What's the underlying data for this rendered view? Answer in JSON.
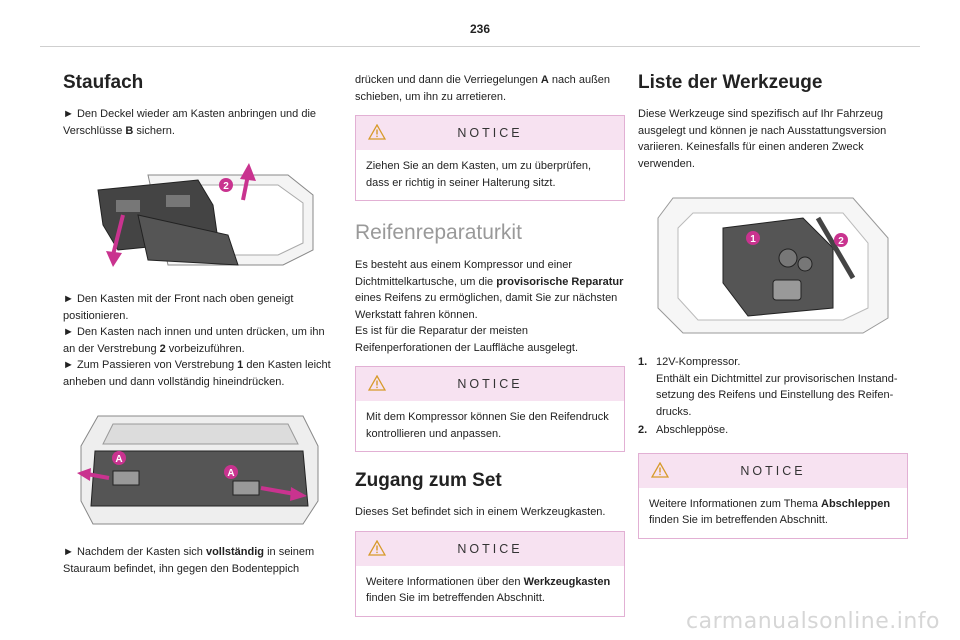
{
  "page": {
    "number": "236"
  },
  "col1": {
    "title": "Staufach",
    "step1": [
      "► Den Deckel wieder am Kasten anbringen und die Verschlüsse ",
      "B",
      " sichern."
    ],
    "step2": "► Den Kasten mit der Front nach oben geneigt positionieren.",
    "step3": [
      "► Den Kasten nach innen und unten drücken, um ihn an der Verstrebung ",
      "2",
      " vorbeizuführen."
    ],
    "step4": [
      "► Zum Passieren von Verstrebung ",
      "1",
      " den Kasten leicht anheben und dann vollständig hineindrücken."
    ],
    "step5": [
      "► Nachdem der Kasten sich ",
      "vollständig",
      " in seinem Stauraum befindet, ihn gegen den Bodenteppich"
    ],
    "fig1_label": "2",
    "fig2_label": "A"
  },
  "col2": {
    "cont": [
      "drücken und dann die Verriegelungen ",
      "A",
      " nach außen schieben, um ihn zu arretieren."
    ],
    "notice1_title": "NOTICE",
    "notice1_text": "Ziehen Sie an dem Kasten, um zu überprüfen, dass er richtig in seiner Halterung sitzt.",
    "h_repair": "Reifenreparaturkit",
    "repair_text": [
      "Es besteht aus einem Kompressor und einer Dichtmittelkartusche, um die ",
      "provisorische Reparatur",
      " eines Reifens zu ermöglichen, damit Sie zur nächsten Werkstatt fahren können."
    ],
    "repair_text2": "Es ist für die Reparatur der meisten Reifenperforationen der Lauffläche ausgelegt.",
    "notice2_title": "NOTICE",
    "notice2_text": "Mit dem Kompressor können Sie den Reifendruck kontrollieren und anpassen.",
    "h_access": "Zugang zum Set",
    "access_text": "Dieses Set befindet sich in einem Werkzeugkasten.",
    "notice3_title": "NOTICE",
    "notice3_text": [
      "Weitere Informationen über den ",
      "Werkzeugkasten",
      " finden Sie im betreffenden Abschnitt."
    ]
  },
  "col3": {
    "title": "Liste der Werkzeuge",
    "intro": "Diese Werkzeuge sind spezifisch auf Ihr Fahrzeug ausgelegt und können je nach Ausstattungsversion variieren. Keinesfalls für einen anderen Zweck verwenden.",
    "fig_label1": "1",
    "fig_label2": "2",
    "items": [
      {
        "num": "1.",
        "title": "12V-Kompressor.",
        "desc": "Enthält ein Dichtmittel zur provisorischen Instand-setzung des Reifens und Einstellung des Reifen-drucks."
      },
      {
        "num": "2.",
        "title": "Abschleppöse.",
        "desc": ""
      }
    ],
    "notice_title": "NOTICE",
    "notice_text": [
      "Weitere Informationen zum Thema ",
      "Abschleppen",
      " finden Sie im betreffenden Abschnitt."
    ]
  },
  "watermark": "carmanualsonline.info",
  "colors": {
    "notice_bg": "#f7e2f1",
    "notice_border": "#e2b0d4",
    "accent": "#c9338f"
  }
}
